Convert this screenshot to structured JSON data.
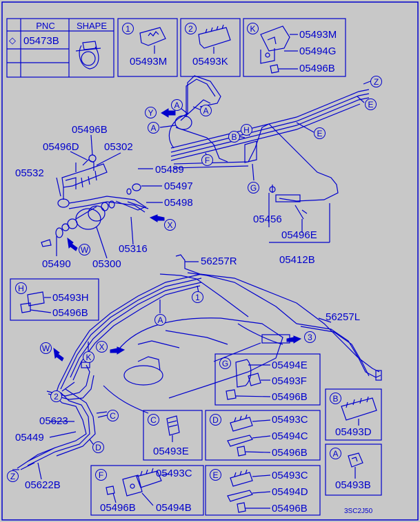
{
  "colors": {
    "line": "#0000cc",
    "background": "#c8c8c8"
  },
  "table": {
    "col_pnc": "PNC",
    "col_shape": "SHAPE",
    "row_symbol": "◇",
    "row_pnc": "05473B"
  },
  "boxes": {
    "b1": {
      "tag": "1",
      "part": "05493M"
    },
    "b2": {
      "tag": "2",
      "part": "05493K"
    },
    "bK": {
      "tag": "K",
      "parts": [
        "05493M",
        "05494G",
        "05496B"
      ]
    },
    "bH": {
      "tag": "H",
      "parts": [
        "05493H",
        "05496B"
      ]
    },
    "bG": {
      "tag": "G",
      "parts": [
        "05494E",
        "05493F",
        "05496B"
      ]
    },
    "bC": {
      "tag": "C",
      "part": "05493E"
    },
    "bD": {
      "tag": "D",
      "parts": [
        "05493C",
        "05494C",
        "05496B"
      ]
    },
    "bB": {
      "tag": "B",
      "part": "05493D"
    },
    "bA": {
      "tag": "A",
      "part": "05493B"
    },
    "bF": {
      "tag": "F",
      "parts": [
        "05493C",
        "05496B",
        "05494B"
      ]
    },
    "bE": {
      "tag": "E",
      "parts": [
        "05493C",
        "05494D",
        "05496B"
      ]
    }
  },
  "parts": {
    "p05496B": "05496B",
    "p05496D": "05496D",
    "p05302": "05302",
    "p05532": "05532",
    "p05489": "05489",
    "p05497": "05497",
    "p05498": "05498",
    "p05316": "05316",
    "p05490": "05490",
    "p05300": "05300",
    "p05456": "05456",
    "p05496E": "05496E",
    "p05412B": "05412B",
    "p56257R": "56257R",
    "p56257L": "56257L",
    "p05623": "05623",
    "p05449": "05449",
    "p05622B": "05622B"
  },
  "callouts": {
    "Z": "Z",
    "E": "E",
    "A": "A",
    "Y": "Y",
    "H": "H",
    "B": "B",
    "F": "F",
    "G": "G",
    "X": "X",
    "W": "W",
    "I": "1",
    "K": "K",
    "C": "C",
    "D": "D",
    "two": "2",
    "three": "3"
  },
  "footer_code": "3SC2J50"
}
